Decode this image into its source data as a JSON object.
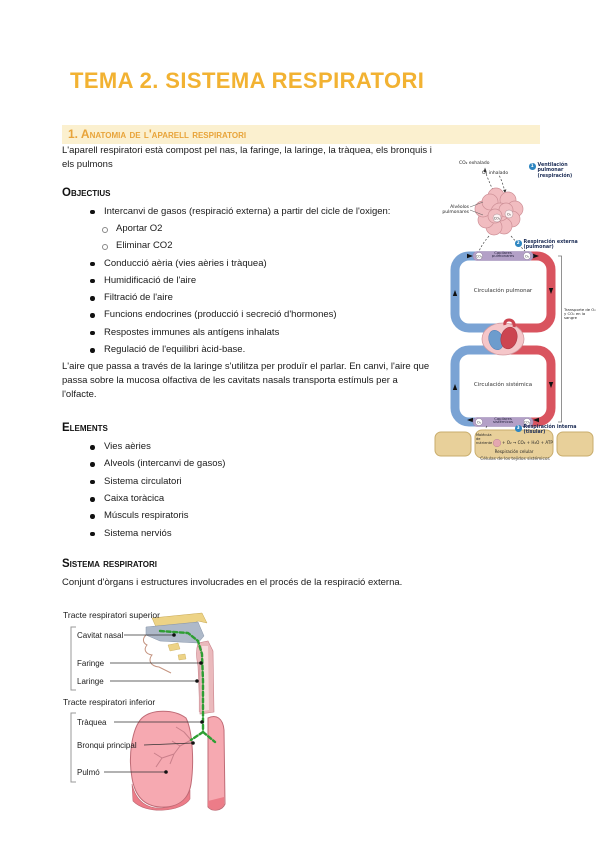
{
  "page": {
    "title": "TEMA 2. SISTEMA RESPIRATORI"
  },
  "section": {
    "heading": "1. Anatomia de l'aparell respiratori",
    "intro": "L'aparell respiratori està compost pel nas, la faringe, la laringe, la tràquea, els bronquis i els pulmons",
    "objectius": {
      "heading": "Objectius",
      "item0": "Intercanvi de gasos (respiració externa) a partir del cicle de l'oxigen:",
      "sub0": "Aportar O2",
      "sub1": "Eliminar CO2",
      "item1": "Conducció aèria (vies aèries i tràquea)",
      "item2": "Humidificació de l'aire",
      "item3": "Filtració de l'aire",
      "item4": "Funcions endocrines (producció i secreció d'hormones)",
      "item5": "Respostes immunes als antígens inhalats",
      "item6": "Regulació de l'equilibri àcid-base."
    },
    "paragraph": "L'aire que passa a través de la laringe s'utilitza per produïr el parlar. En canvi, l'aire que passa sobre la mucosa olfactiva de les cavitats nasals transporta estímuls per a l'olfacte.",
    "elements": {
      "heading": "Elements",
      "item0": "Vies aèries",
      "item1": "Alveols (intercanvi de gasos)",
      "item2": "Sistema circulatori",
      "item3": "Caixa toràcica",
      "item4": "Músculs respiratoris",
      "item5": "Sistema nerviós"
    },
    "sistema": {
      "heading": "Sistema respiratori",
      "paragraph": "Conjunt d'òrgans i estructures involucrades en el procés de la respiració externa."
    }
  },
  "fig_circulacio": {
    "co2_exhalado": "CO₂ exhalado",
    "o2_inhalado": "O₂ inhalado",
    "step1_num": "1",
    "step1": "Ventilación pulmonar (respiración)",
    "alveolos": "Alvéolos pulmonares",
    "step2_num": "2",
    "step2": "Respiración externa (pulmonar)",
    "capilares_pulmonares": "Capilares pulmonares",
    "co2": "CO₂",
    "o2": "O₂",
    "circulacion_pulmonar": "Circulación pulmonar",
    "transporte": "Transporte de O₂ y CO₂ en la sangre",
    "circulacion_sistemica": "Circulación sistémica",
    "capilares_sistemicos": "Capilares sistémicos",
    "step3_num": "3",
    "step3": "Respiración interna (tisular)",
    "molecula": "Molécula de nutriente",
    "ecuacion": "+ O₂ → CO₂ + H₂O + ATP",
    "respiracion_celular": "Respiración celular",
    "celulas": "Células de los tejidos sistémicos"
  },
  "fig_tracte": {
    "superior_heading": "Tracte respiratori superior",
    "cavitat_nasal": "Cavitat nasal",
    "faringe": "Faringe",
    "laringe": "Laringe",
    "inferior_heading": "Tracte respiratori inferior",
    "traquea": "Tràquea",
    "bronqui": "Bronqui principal",
    "pulmo": "Pulmó"
  },
  "colors": {
    "title_orange": "#F2B232",
    "heading_bg": "#FBF0CF",
    "heading_text": "#E8A43A",
    "vein_blue": "#7AA3D4",
    "artery_red": "#D9545F",
    "capillary_purple": "#B3A0C7",
    "alveoli_pink": "#F1BCC0",
    "cell_tan": "#E8D09A",
    "lung_pink": "#F6A9B1",
    "airway_green": "#2E9E33"
  }
}
